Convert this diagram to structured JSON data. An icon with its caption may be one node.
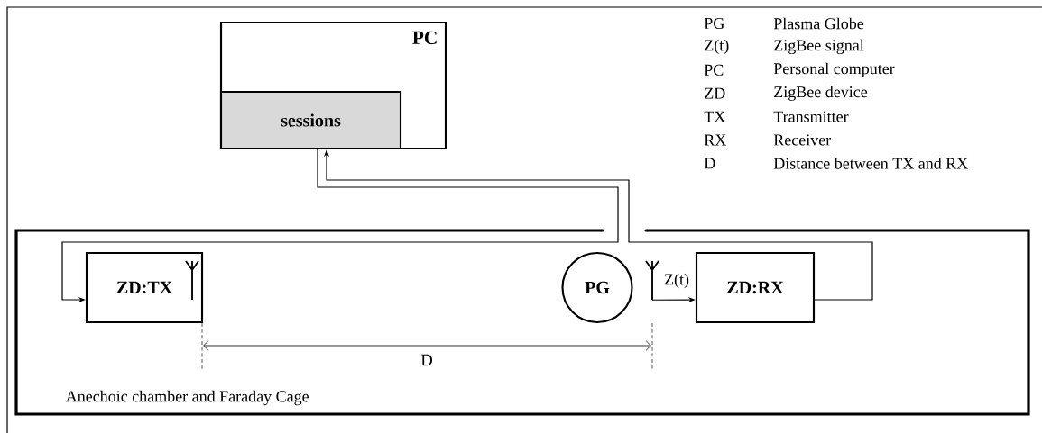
{
  "diagram": {
    "nodes": [
      {
        "text": [
          "PC"
        ]
      },
      {
        "text": [
          "sessions"
        ],
        "in": 0
      },
      {
        "text": [
          "Anechoic chamber and Faraday Cage"
        ]
      },
      {
        "text": [
          "ZD:TX"
        ],
        "in": 2
      },
      {
        "text": [
          "PG"
        ],
        "in": 2
      },
      {
        "text": [
          "ZD:RX"
        ],
        "in": 2
      },
      {
        "text": [],
        "shape": "picture",
        "in": 2
      }
    ],
    "edges": [
      {
        "from": 5,
        "to": 1,
        "arrow": "to"
      },
      {
        "from": 1,
        "to": 3,
        "arrow": "to"
      },
      {
        "from": 6,
        "to": 5,
        "arrow": "to",
        "label": "Z(t)"
      }
    ],
    "labels": [
      "PG",
      "Plasma Globe",
      "Z(t)",
      "ZigBee signal",
      "PC",
      "Personal computer",
      "ZD",
      "ZigBee device",
      "TX",
      "Transmitter",
      "RX",
      "Receiver",
      "D",
      "Distance between TX and RX",
      "D"
    ]
  }
}
